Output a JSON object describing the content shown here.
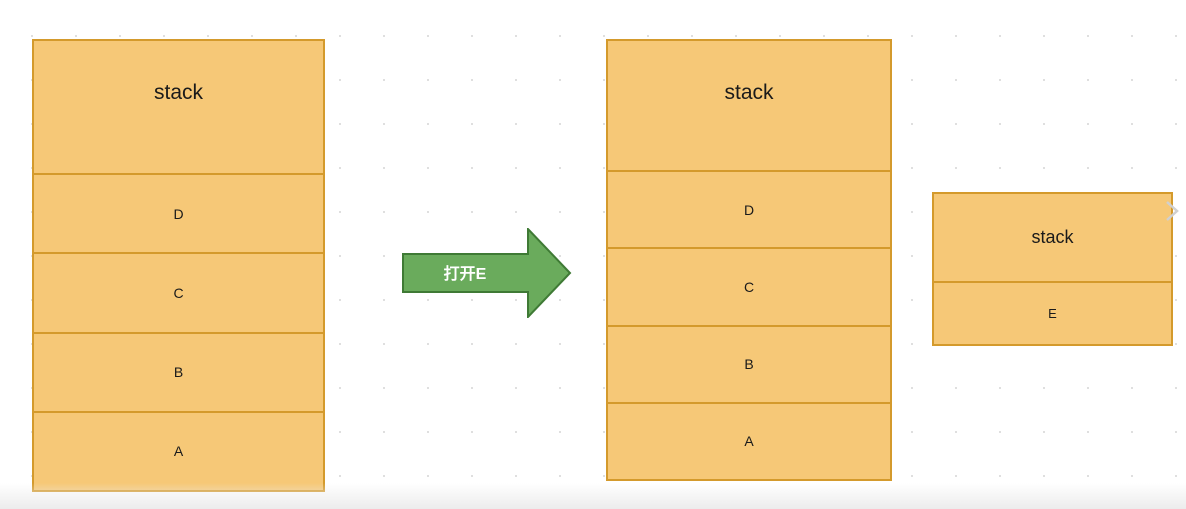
{
  "stacks": {
    "before": {
      "title": "stack",
      "items": [
        "D",
        "C",
        "B",
        "A"
      ]
    },
    "after_main": {
      "title": "stack",
      "items": [
        "D",
        "C",
        "B",
        "A"
      ]
    },
    "after_new": {
      "title": "stack",
      "items": [
        "E"
      ]
    }
  },
  "arrow": {
    "label": "打开E",
    "fill_color": "#6aab5c",
    "stroke_color": "#3f7a35"
  },
  "colors": {
    "box_fill": "#f6c877",
    "box_border": "#d49a2c"
  },
  "icons": {
    "edge_nav": "chevron-right-icon"
  }
}
